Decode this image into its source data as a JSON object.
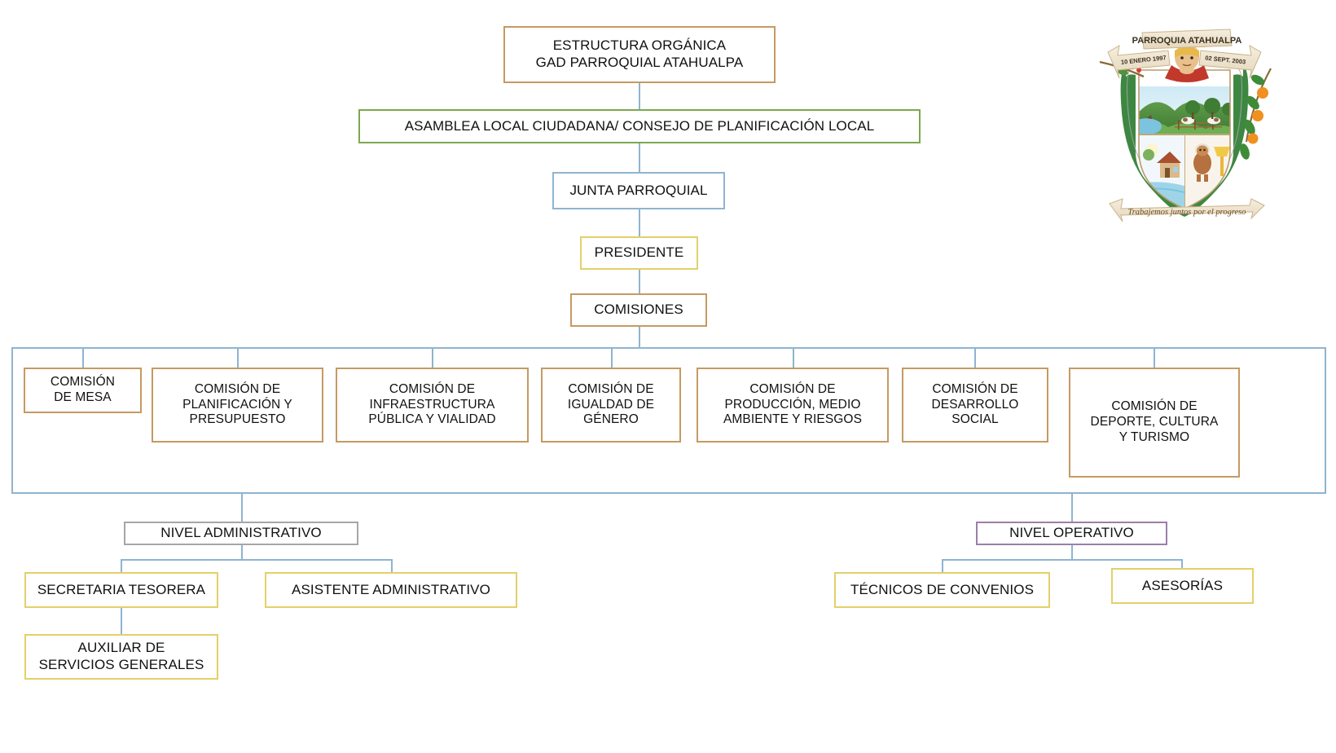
{
  "title_box": {
    "line1": "ESTRUCTURA ORGÁNICA",
    "line2": "GAD PARROQUIAL ATAHUALPA"
  },
  "assembly_box": {
    "label": "ASAMBLEA LOCAL CIUDADANA/ CONSEJO DE PLANIFICACIÓN LOCAL"
  },
  "junta_box": {
    "label": "JUNTA PARROQUIAL"
  },
  "presidente_box": {
    "label": "PRESIDENTE"
  },
  "comisiones_box": {
    "label": "COMISIONES"
  },
  "commissions": [
    {
      "id": "mesa",
      "line1": "COMISIÓN",
      "line2": "DE MESA",
      "line3": ""
    },
    {
      "id": "planificacion",
      "line1": "COMISIÓN DE",
      "line2": "PLANIFICACIÓN Y",
      "line3": "PRESUPUESTO"
    },
    {
      "id": "infraestructura",
      "line1": "COMISIÓN DE",
      "line2": "INFRAESTRUCTURA",
      "line3": "PÚBLICA Y VIALIDAD"
    },
    {
      "id": "igualdad",
      "line1": "COMISIÓN DE",
      "line2": "IGUALDAD DE",
      "line3": "GÉNERO"
    },
    {
      "id": "produccion",
      "line1": "COMISIÓN DE",
      "line2": "PRODUCCIÓN, MEDIO",
      "line3": "AMBIENTE Y RIESGOS"
    },
    {
      "id": "desarrollo",
      "line1": "COMISIÓN DE",
      "line2": "DESARROLLO",
      "line3": "SOCIAL"
    },
    {
      "id": "deporte",
      "line1": "COMISIÓN DE",
      "line2": "DEPORTE, CULTURA",
      "line3": "Y TURISMO"
    }
  ],
  "administrative": {
    "header": "NIVEL ADMINISTRATIVO",
    "secretaria": "SECRETARIA TESORERA",
    "asistente": "ASISTENTE ADMINISTRATIVO",
    "auxiliar_line1": "AUXILIAR DE",
    "auxiliar_line2": "SERVICIOS GENERALES"
  },
  "operative": {
    "header": "NIVEL OPERATIVO",
    "tecnicos": "TÉCNICOS DE CONVENIOS",
    "asesorias": "ASESORÍAS"
  },
  "emblem": {
    "top_banner": "PARROQUIA ATAHUALPA",
    "left_ribbon": "10 ENERO 1997",
    "right_ribbon": "02 SEPT. 2003",
    "motto": "Trabajemos juntos por el progreso"
  },
  "colors": {
    "tan": "#c59a63",
    "green": "#7ca84f",
    "blue": "#8fb4d0",
    "yellow": "#e3d06a",
    "gray": "#a6a6a6",
    "purple": "#9b7fa8"
  }
}
